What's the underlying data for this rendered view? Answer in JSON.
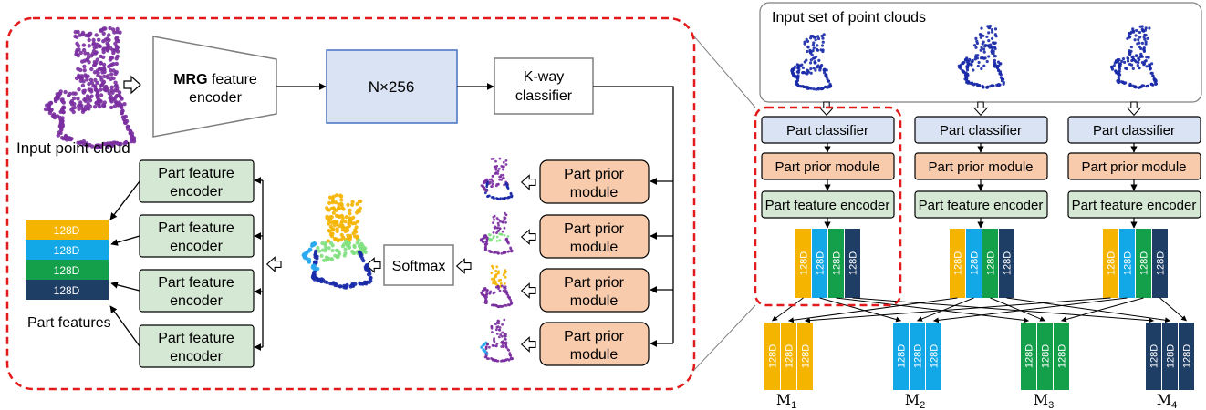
{
  "colors": {
    "blue_box": "#dae3f3",
    "orange_box": "#f8cbad",
    "green_box": "#d5e8d4",
    "feat_yellow": "#f5b400",
    "feat_cyan": "#12a8e8",
    "feat_green": "#14a04a",
    "feat_navy": "#1f3e66",
    "dashed_red": "#e31a1c",
    "purple_cloud": "#7a2fa0",
    "blue_cloud": "#1a2aa8"
  },
  "left": {
    "input_caption": "Input point cloud",
    "encoder_bold": "MRG",
    "encoder_rest": " feature",
    "encoder_line2": "encoder",
    "feature_box": "N×256",
    "classifier_line1": "K-way",
    "classifier_line2": "classifier",
    "softmax": "Softmax",
    "prior_line1": "Part prior",
    "prior_line2": "module",
    "penc_line1": "Part feature",
    "penc_line2": "encoder",
    "stack_labels": [
      "128D",
      "128D",
      "128D",
      "128D"
    ],
    "part_features_caption": "Part features"
  },
  "right": {
    "title": "Input set of point clouds",
    "part_classifier": "Part classifier",
    "part_prior": "Part prior module",
    "part_feature_encoder": "Part feature encoder",
    "vlabel": "128D",
    "groups": [
      {
        "letter": "M",
        "sub": "1"
      },
      {
        "letter": "M",
        "sub": "2"
      },
      {
        "letter": "M",
        "sub": "3"
      },
      {
        "letter": "M",
        "sub": "4"
      }
    ]
  }
}
